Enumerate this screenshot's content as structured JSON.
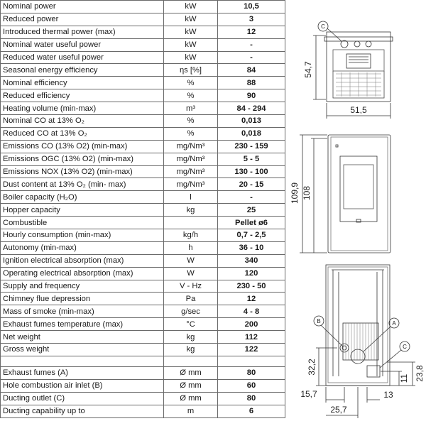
{
  "specs": [
    {
      "label": "Nominal power",
      "unit": "kW",
      "value": "10,5"
    },
    {
      "label": "Reduced power",
      "unit": "kW",
      "value": "3"
    },
    {
      "label": "Introduced thermal power (max)",
      "unit": "kW",
      "value": "12"
    },
    {
      "label": "Nominal water useful power",
      "unit": "kW",
      "value": "-"
    },
    {
      "label": "Reduced water useful power",
      "unit": "kW",
      "value": "-"
    },
    {
      "label": "Seasonal energy efficiency",
      "unit": "ηs [%]",
      "value": "84"
    },
    {
      "label": "Nominal efficiency",
      "unit": "%",
      "value": "88"
    },
    {
      "label": "Reduced efficiency",
      "unit": "%",
      "value": "90"
    },
    {
      "label": "Heating volume (min-max)",
      "unit": "m³",
      "value": "84 - 294"
    },
    {
      "label": "Nominal CO at 13% O₂",
      "unit": "%",
      "value": "0,013"
    },
    {
      "label": "Reduced CO at 13% O₂",
      "unit": "%",
      "value": "0,018"
    },
    {
      "label": "Emissions CO (13% O2) (min-max)",
      "unit": "mg/Nm³",
      "value": "230 - 159"
    },
    {
      "label": "Emissions OGC (13% O2)  (min-max)",
      "unit": "mg/Nm³",
      "value": "5 - 5"
    },
    {
      "label": "Emissions NOX (13% O2)  (min-max)",
      "unit": "mg/Nm³",
      "value": "130 - 100"
    },
    {
      "label": "Dust content at 13% O₂ (min- max)",
      "unit": "mg/Nm³",
      "value": "20 - 15"
    },
    {
      "label": "Boiler capacity (H₂O)",
      "unit": "l",
      "value": "-"
    },
    {
      "label": "Hopper capacity",
      "unit": "kg",
      "value": "25"
    },
    {
      "label": "Combustible",
      "unit": "",
      "value": "Pellet ø6"
    },
    {
      "label": "Hourly consumption (min-max)",
      "unit": "kg/h",
      "value": "0,7 - 2,5"
    },
    {
      "label": "Autonomy (min-max)",
      "unit": "h",
      "value": "36 - 10"
    },
    {
      "label": "Ignition electrical absorption (max)",
      "unit": "W",
      "value": "340"
    },
    {
      "label": "Operating electrical absorption (max)",
      "unit": "W",
      "value": "120"
    },
    {
      "label": "Supply and frequency",
      "unit": "V - Hz",
      "value": "230 - 50"
    },
    {
      "label": "Chimney flue depression",
      "unit": "Pa",
      "value": "12"
    },
    {
      "label": "Mass of smoke (min-max)",
      "unit": "g/sec",
      "value": "4 - 8"
    },
    {
      "label": "Exhaust fumes temperature (max)",
      "unit": "°C",
      "value": "200"
    },
    {
      "label": "Net weight",
      "unit": "kg",
      "value": "112"
    },
    {
      "label": "Gross weight",
      "unit": "kg",
      "value": "122"
    }
  ],
  "ducting": [
    {
      "label": "Exhaust fumes  (A)",
      "unit": "Ø mm",
      "value": "80"
    },
    {
      "label": "Hole combustion air inlet  (B)",
      "unit": "Ø mm",
      "value": "60"
    },
    {
      "label": "Ducting outlet  (C)",
      "unit": "Ø mm",
      "value": "80"
    },
    {
      "label": "Ducting capability up to",
      "unit": "m",
      "value": "6"
    }
  ],
  "drawings": {
    "top": {
      "depth": "54,7",
      "width": "51,5",
      "marker": "C"
    },
    "front": {
      "total_height": "109,9",
      "body_height": "108"
    },
    "rear": {
      "marker_a": "A",
      "marker_b": "B",
      "marker_c": "C",
      "dim_b_height": "32,2",
      "dim_c_height": "23,8",
      "dim_c_small": "11",
      "dim_left": "15,7",
      "dim_c_offset": "13",
      "dim_b_offset": "25,7"
    }
  }
}
